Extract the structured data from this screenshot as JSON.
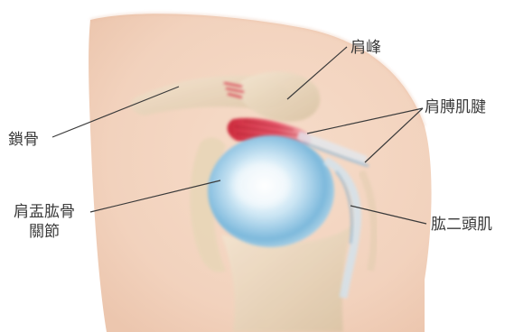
{
  "labels": {
    "acromion": "肩峰",
    "clavicle": "鎖骨",
    "rotator_cuff": "肩膊肌腱",
    "glenohumeral_line1": "肩盂肱骨",
    "glenohumeral_line2": "關節",
    "biceps": "肱二頭肌"
  },
  "colors": {
    "skin": "#f3d7c2",
    "bone": "#ecdcc0",
    "cartilage": "#8fc9e6",
    "tendon_red": "#d8354a",
    "leader_line": "#3a3a3a"
  }
}
